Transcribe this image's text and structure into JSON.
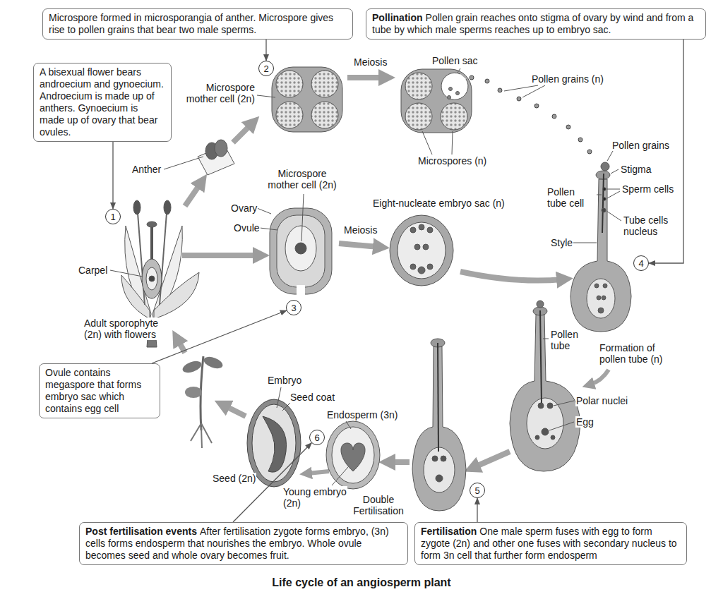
{
  "diagram": {
    "caption": "Life cycle of an angiosperm plant",
    "nodes": [
      {
        "text": [
          "Microspore formed in microsporangia of anther. Microspore gives rise to pollen grains that bear two male sperms."
        ]
      },
      {
        "text": [
          "Pollination",
          "Pollen grain reaches onto stigma of ovary by wind and from a tube by which male sperms reaches up to embryo sac."
        ]
      },
      {
        "text": [
          "A bisexual flower bears androecium and gynoecium. Androecium is made up of anthers. Gynoecium is made up of ovary that bear ovules."
        ]
      },
      {
        "text": [
          "2"
        ]
      },
      {
        "text": [
          "1"
        ]
      },
      {
        "text": [
          "3"
        ]
      },
      {
        "text": [
          "4"
        ]
      },
      {
        "text": [
          "Ovule contains megaspore that forms embryo sac which contains egg cell"
        ]
      },
      {
        "text": [
          "6"
        ]
      },
      {
        "text": [
          "5"
        ]
      },
      {
        "text": [
          "Post fertilisation events",
          "After fertilisation zygote forms embryo, (3n) cells forms endosperm that nourishes the embryo. Whole ovule becomes seed and whole ovary becomes fruit."
        ]
      },
      {
        "text": [
          "Fertilisation",
          "One male sperm fuses with egg to form zygote (2n) and other one fuses with secondary nucleus to form 3n cell that further form endosperm"
        ]
      }
    ],
    "edges": [
      {
        "from": 0,
        "to": 3,
        "arrow": "to"
      },
      {
        "from": 1,
        "to": 6,
        "arrow": "to"
      },
      {
        "from": 2,
        "to": 4,
        "arrow": "to"
      },
      {
        "from": 7,
        "to": 5,
        "arrow": "to"
      },
      {
        "from": 10,
        "to": 8,
        "arrow": "to"
      },
      {
        "from": 11,
        "to": 9,
        "arrow": "to"
      }
    ],
    "labels": [
      "Microspore mother cell (2n)",
      "Meiosis",
      "Pollen sac",
      "Pollen grains (n)",
      "Microspores (n)",
      "Anther",
      "Microspore mother cell (2n)",
      "Ovary",
      "Ovule",
      "Meiosis",
      "Eight-nucleate embryo sac (n)",
      "Pollen grains",
      "Stigma",
      "Pollen tube cell",
      "Sperm cells",
      "Tube cells nucleus",
      "Style",
      "Carpel",
      "Adult sporophyte (2n) with flowers",
      "Pollen tube",
      "Formation of pollen tube (n)",
      "Polar nuclei",
      "Egg",
      "Embryo",
      "Seed coat",
      "Endosperm (3n)",
      "Seed (2n)",
      "Young embryo (2n)",
      "Double Fertilisation"
    ]
  }
}
